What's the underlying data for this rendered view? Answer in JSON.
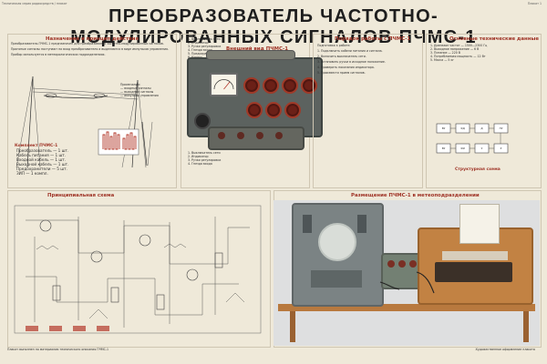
{
  "header": {
    "meta_left": "Техническая серия радиосредств / плакат",
    "meta_right": "Плакат 1",
    "title": "ПРЕОБРАЗОВАТЕЛЬ ЧАСТОТНО-МОДУЛИРОВАННЫХ СИГНАЛОВ ПЧМС-1"
  },
  "sections": {
    "purpose": "Назначение и принцип действия",
    "external": "Внешний вид ПЧМС-1",
    "work_order": "Порядок работы с ПЧМС-1",
    "specs": "Основные технические данные",
    "set": "Комплект ПЧМС-1",
    "principal": "Принципиальная схема",
    "structural": "Структурная схема",
    "placement": "Размещение ПЧМС-1 в метеоподразделении"
  },
  "purpose_text": [
    "Преобразователь ПЧМС-1 предназначен для преобразования частотно-модулированных сигналов.",
    "Принятые сигналы поступают на вход преобразователя и выделяются в виде импульсов управления.",
    "Прибор используется в метеорологических подразделениях."
  ],
  "legend_notes": [
    "Примечания:",
    "— входные сигналы",
    "— выходные сигналы",
    "— импульсы управления"
  ],
  "set_items": [
    "Преобразователь — 1 шт.",
    "Кабель питания — 1 шт.",
    "Входной кабель — 1 шт.",
    "Выходной кабель — 1 шт.",
    "Предохранители — 5 шт.",
    "ЗИП — 1 компл."
  ],
  "external_labels": [
    "1. Выключатель сети",
    "2. Индикатор",
    "3. Ручки регулировки",
    "4. Гнезда входа",
    "5. Предохранители",
    "6. Корпус"
  ],
  "work_order_text": [
    "Подготовка к работе.",
    "1. Подключить кабели питания и сигнала.",
    "2. Включить выключатель сети.",
    "3. Установить ручки в исходное положение.",
    "4. Проверить показания индикатора.",
    "5. Произвести прием сигналов."
  ],
  "specs_text": [
    "1. Диапазон частот — 1500—2300 Гц",
    "2. Выходное напряжение — 6 В",
    "3. Питание — 220 В",
    "4. Потребляемая мощность — 12 Вт",
    "5. Масса — 5 кг"
  ],
  "bottom_left_note": "Плакат выполнен по материалам технического описания ПЧМС-1",
  "bottom_right_note": "Художественное оформление плаката",
  "struct_blocks": [
    "ВУ",
    "ФД",
    "Д",
    "ПУ",
    "ВУ",
    "ФИ",
    "У",
    "Р"
  ]
}
